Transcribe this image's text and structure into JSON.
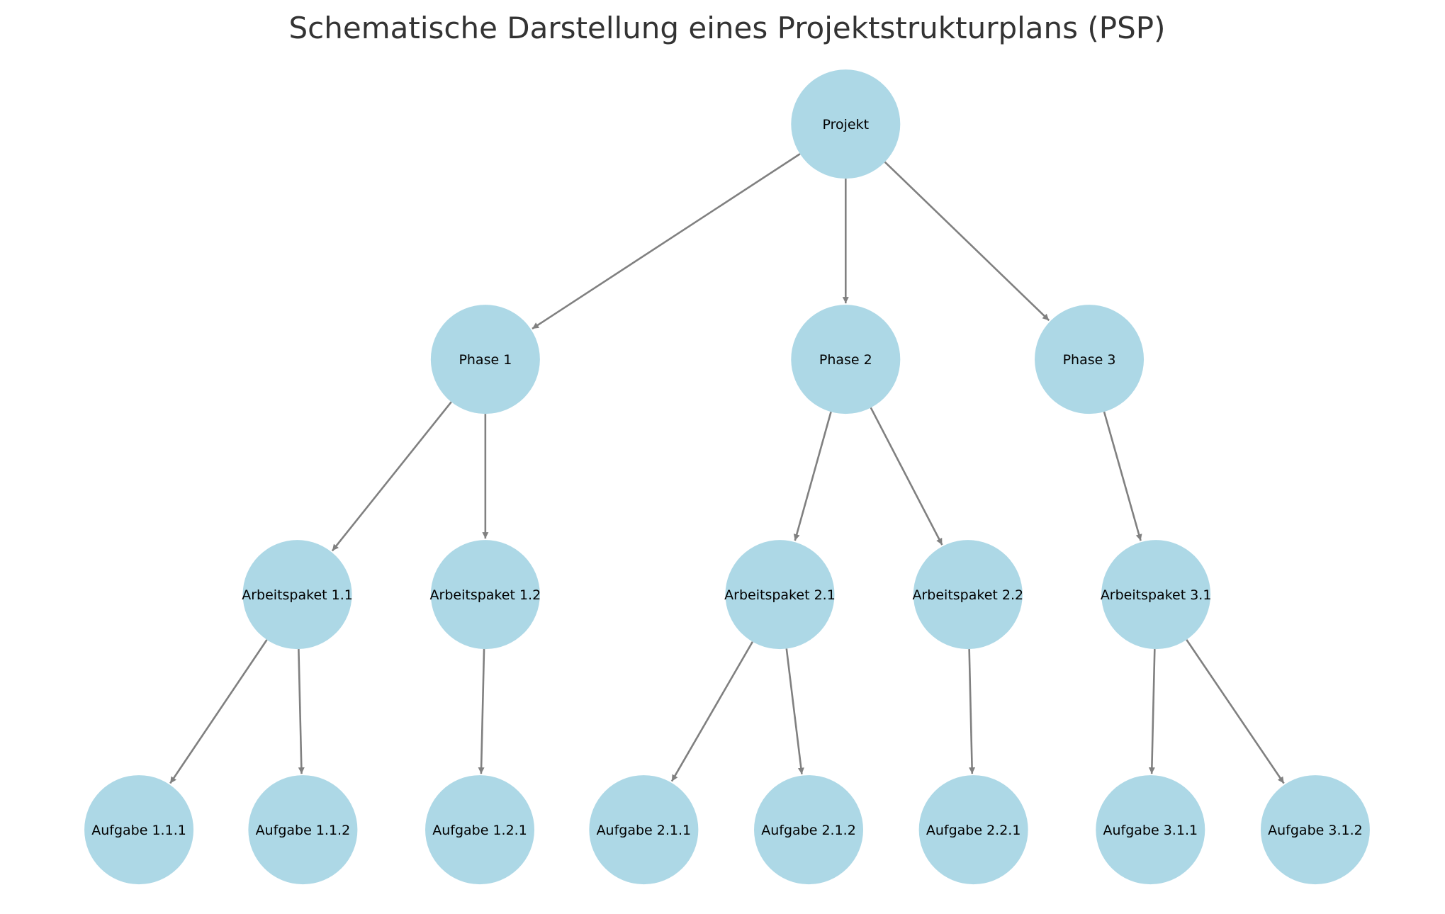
{
  "title": "Schematische Darstellung eines Projektstrukturplans (PSP)",
  "colors": {
    "node": "#add8e6",
    "edge": "#808080",
    "title": "#333333"
  },
  "nodes": [
    {
      "id": "p",
      "label": "Projekt"
    },
    {
      "id": "ph1",
      "label": "Phase 1"
    },
    {
      "id": "ph2",
      "label": "Phase 2"
    },
    {
      "id": "ph3",
      "label": "Phase 3"
    },
    {
      "id": "ap11",
      "label": "Arbeitspaket 1.1"
    },
    {
      "id": "ap12",
      "label": "Arbeitspaket 1.2"
    },
    {
      "id": "ap21",
      "label": "Arbeitspaket 2.1"
    },
    {
      "id": "ap22",
      "label": "Arbeitspaket 2.2"
    },
    {
      "id": "ap31",
      "label": "Arbeitspaket 3.1"
    },
    {
      "id": "a111",
      "label": "Aufgabe 1.1.1"
    },
    {
      "id": "a112",
      "label": "Aufgabe 1.1.2"
    },
    {
      "id": "a121",
      "label": "Aufgabe 1.2.1"
    },
    {
      "id": "a211",
      "label": "Aufgabe 2.1.1"
    },
    {
      "id": "a212",
      "label": "Aufgabe 2.1.2"
    },
    {
      "id": "a221",
      "label": "Aufgabe 2.2.1"
    },
    {
      "id": "a311",
      "label": "Aufgabe 3.1.1"
    },
    {
      "id": "a312",
      "label": "Aufgabe 3.1.2"
    }
  ],
  "edges": [
    [
      "p",
      "ph1"
    ],
    [
      "p",
      "ph2"
    ],
    [
      "p",
      "ph3"
    ],
    [
      "ph1",
      "ap11"
    ],
    [
      "ph1",
      "ap12"
    ],
    [
      "ph2",
      "ap21"
    ],
    [
      "ph2",
      "ap22"
    ],
    [
      "ph3",
      "ap31"
    ],
    [
      "ap11",
      "a111"
    ],
    [
      "ap11",
      "a112"
    ],
    [
      "ap12",
      "a121"
    ],
    [
      "ap21",
      "a211"
    ],
    [
      "ap21",
      "a212"
    ],
    [
      "ap22",
      "a221"
    ],
    [
      "ap31",
      "a311"
    ],
    [
      "ap31",
      "a312"
    ]
  ]
}
